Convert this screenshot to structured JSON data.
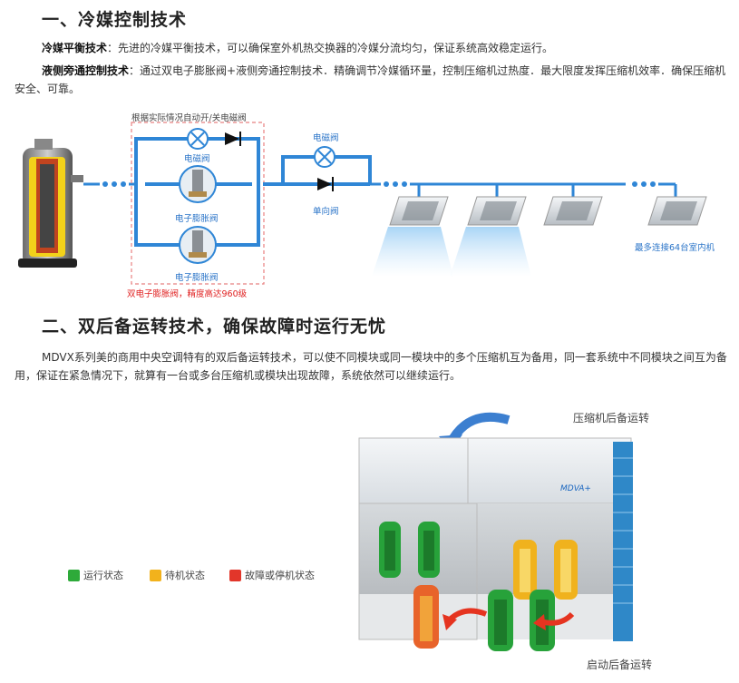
{
  "section1": {
    "title": "一、冷媒控制技术",
    "p1_label": "冷媒平衡技术",
    "p1_text": "：先进的冷媒平衡技术，可以确保室外机热交换器的冷媒分流均匀，保证系统高效稳定运行。",
    "p2_label": "液侧旁通控制技术",
    "p2_text": "：通过双电子膨胀阀+液侧旁通控制技术．精确调节冷媒循环量，控制压缩机过热度．最大限度发挥压缩机效率．确保压缩机安全、可靠。"
  },
  "diagram1": {
    "auto_valve_note": "根据实际情况自动开/关电磁阀",
    "solenoid_left": "电磁阀",
    "solenoid_right": "电磁阀",
    "exv_top": "电子膨胀阀",
    "exv_bottom": "电子膨胀阀",
    "one_way": "单向阀",
    "dual_exv_note": "双电子膨胀阀，精度高达960级",
    "max_units": "最多连接64台室内机"
  },
  "section2": {
    "title": "二、双后备运转技术，确保故障时运行无忧",
    "text": "MDVX系列美的商用中央空调特有的双后备运转技术，可以使不同模块或同一模块中的多个压缩机互为备用，同一套系统中不同模块之间互为备用，保证在紧急情况下，就算有一台或多台压缩机或模块出现故障，系统依然可以继续运行。"
  },
  "diagram2": {
    "compressor_backup": "压缩机后备运转",
    "startup_backup": "启动后备运转",
    "brand_logo": "MDVA+",
    "legend": [
      {
        "label": "运行状态",
        "color": "#2eaa3a"
      },
      {
        "label": "待机状态",
        "color": "#f2b21c"
      },
      {
        "label": "故障或停机状态",
        "color": "#e2362a"
      }
    ]
  },
  "colors": {
    "pipe": "#2f86d6",
    "dashed_box": "#e88080",
    "accent_red": "#e02020"
  }
}
